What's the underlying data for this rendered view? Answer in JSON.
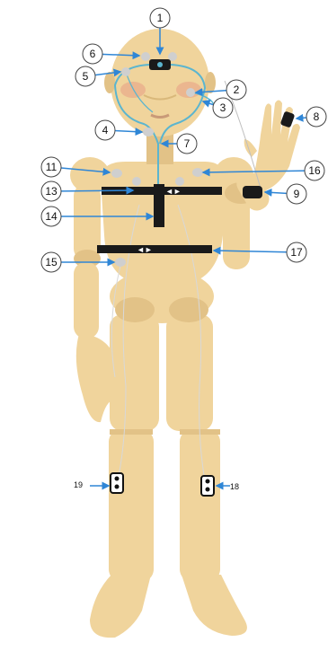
{
  "colors": {
    "skin": "#f0d49c",
    "skin_dark": "#d9b87a",
    "skin_shadow": "#e2c287",
    "cheek": "#e8a98a",
    "cable": "#5bb5cf",
    "wire": "#dcdcdc",
    "strap": "#1a1a1a",
    "sensor": "#cfcfcf",
    "arrow": "#2f86d6",
    "circle_stroke": "#444444"
  },
  "callouts": [
    {
      "id": "1",
      "label": "1"
    },
    {
      "id": "2",
      "label": "2"
    },
    {
      "id": "3",
      "label": "3"
    },
    {
      "id": "4",
      "label": "4"
    },
    {
      "id": "5",
      "label": "5"
    },
    {
      "id": "6",
      "label": "6"
    },
    {
      "id": "7",
      "label": "7"
    },
    {
      "id": "8",
      "label": "8"
    },
    {
      "id": "9",
      "label": "9"
    },
    {
      "id": "11",
      "label": "11"
    },
    {
      "id": "13",
      "label": "13"
    },
    {
      "id": "14",
      "label": "14"
    },
    {
      "id": "15",
      "label": "15"
    },
    {
      "id": "16",
      "label": "16"
    },
    {
      "id": "17",
      "label": "17"
    }
  ],
  "leg_labels": [
    {
      "id": "19",
      "label": "19"
    },
    {
      "id": "18",
      "label": "18"
    }
  ]
}
